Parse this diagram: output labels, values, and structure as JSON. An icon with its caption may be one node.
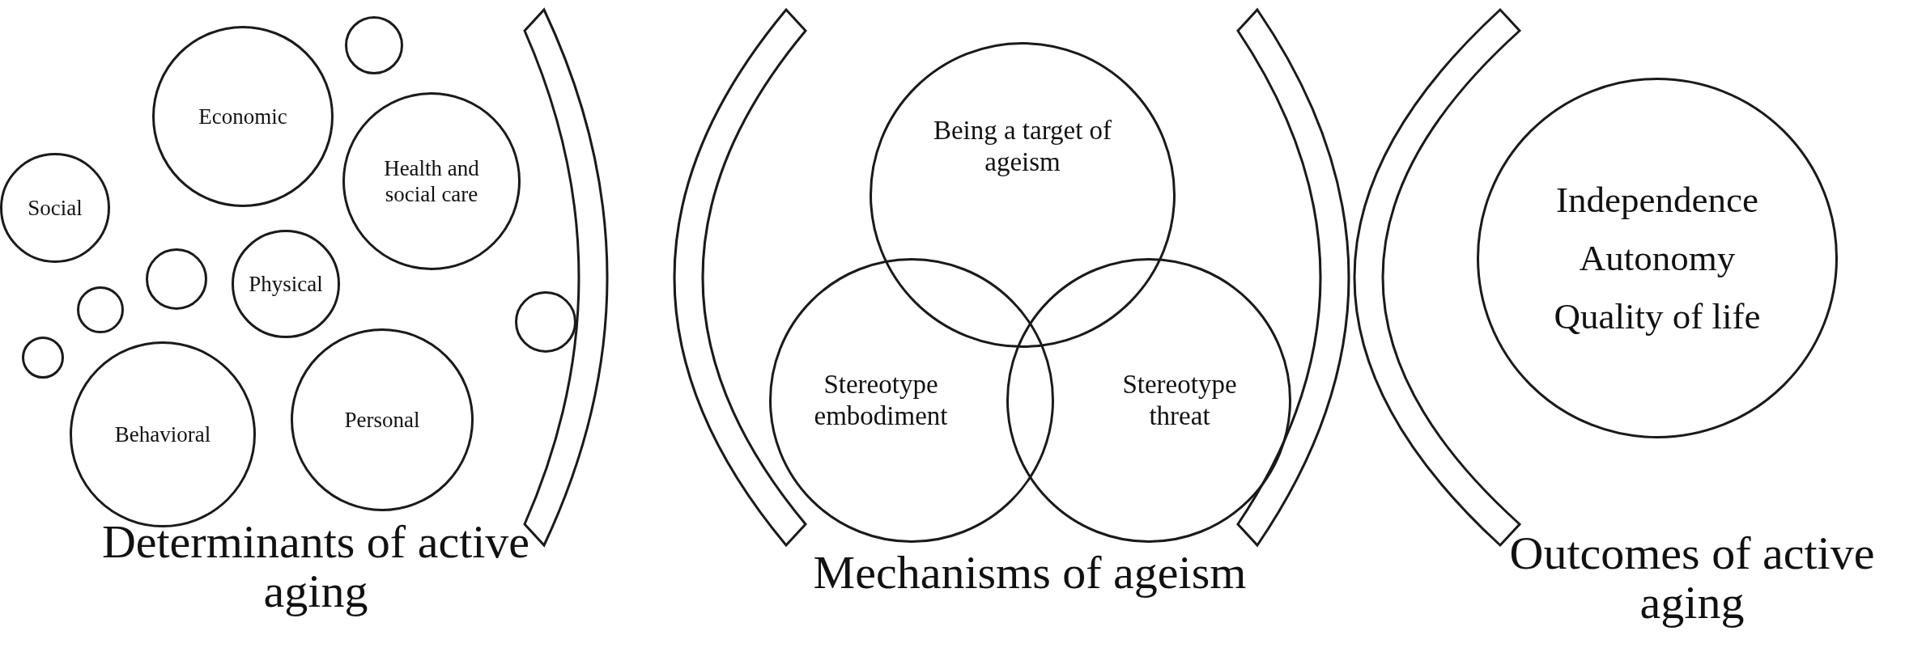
{
  "diagram": {
    "nodes": [
      {
        "text": [
          "Economic"
        ]
      },
      {
        "text": [],
        "shape": "circle"
      },
      {
        "text": [
          "Social"
        ]
      },
      {
        "text": [
          "Health and social care"
        ]
      },
      {
        "text": [],
        "shape": "circle"
      },
      {
        "text": [
          "Physical"
        ]
      },
      {
        "text": [],
        "shape": "circle"
      },
      {
        "text": [],
        "shape": "circle"
      },
      {
        "text": [],
        "shape": "circle"
      },
      {
        "text": [
          "Behavioral"
        ]
      },
      {
        "text": [
          "Personal"
        ]
      },
      {
        "text": [
          "Being a target of ageism"
        ]
      },
      {
        "text": [
          "Stereotype embodiment"
        ]
      },
      {
        "text": [
          "Stereotype threat"
        ]
      },
      {
        "text": [
          "Independence",
          "Autonomy",
          "Quality of life"
        ]
      },
      {
        "text": [],
        "shape": "bracket"
      },
      {
        "text": [],
        "shape": "bracket"
      },
      {
        "text": [],
        "shape": "bracket"
      },
      {
        "text": [],
        "shape": "bracket"
      }
    ],
    "edges": [],
    "labels": [
      "Determinants of active aging",
      "Mechanisms of ageism",
      "Outcomes of active aging"
    ]
  }
}
